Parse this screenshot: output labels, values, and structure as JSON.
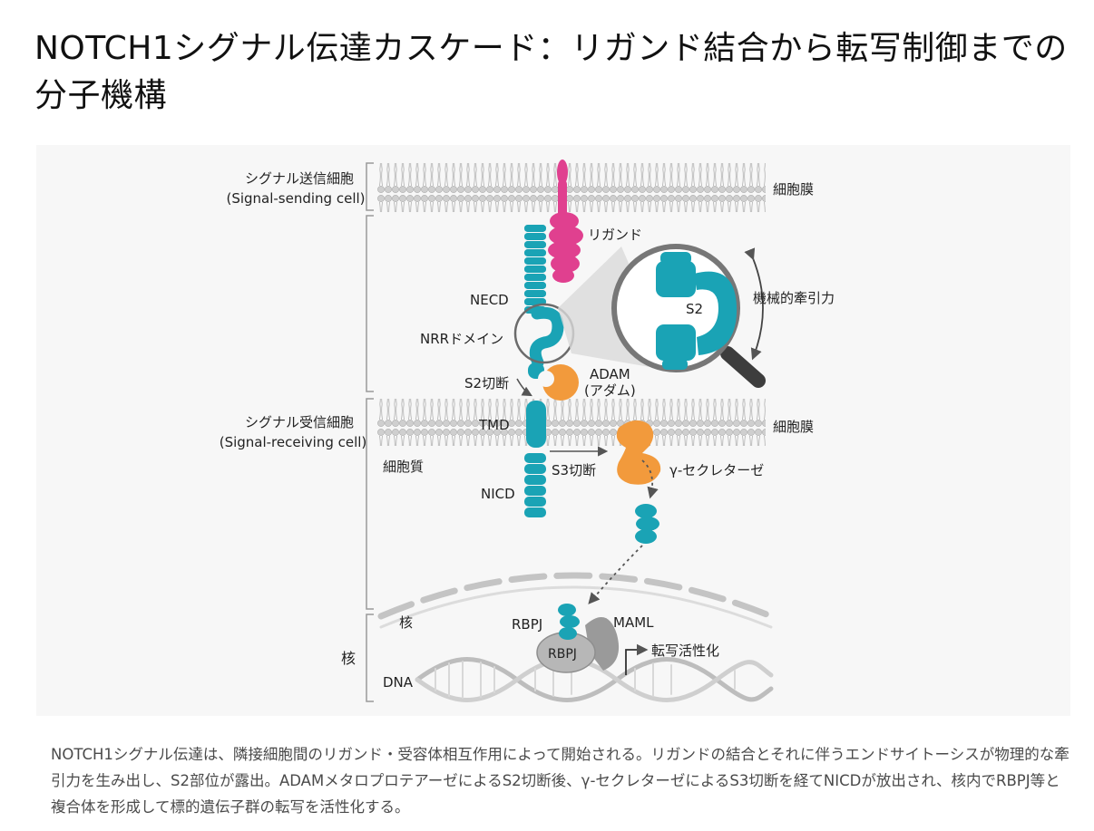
{
  "title": "NOTCH1シグナル伝達カスケード：リガンド結合から転写制御までの分子機構",
  "diagram": {
    "sending_cell": "シグナル送信細胞",
    "sending_cell_en": "(Signal-sending cell)",
    "receiving_cell": "シグナル受信細胞",
    "receiving_cell_en": "(Signal-receiving cell)",
    "membrane_top": "細胞膜",
    "membrane_bottom": "細胞膜",
    "ligand": "リガンド",
    "necd": "NECD",
    "nrr_domain": "NRRドメイン",
    "s2_cleavage": "S2切断",
    "adam": "ADAM",
    "adam_jp": "(アダム)",
    "tmd": "TMD",
    "cytoplasm": "細胞質",
    "s3_cleavage": "S3切断",
    "gamma_secretase": "γ-セクレターゼ",
    "nicd": "NICD",
    "mechanical_force": "機械的牽引力",
    "s2_site": "S2",
    "nucleus_inner": "核",
    "nucleus_side": "核",
    "rbpj_label": "RBPJ",
    "rbpj_in_blob": "RBPJ",
    "maml": "MAML",
    "transcription": "転写活性化",
    "dna": "DNA"
  },
  "caption": "NOTCH1シグナル伝達は、隣接細胞間のリガンド・受容体相互作用によって開始される。リガンドの結合とそれに伴うエンドサイトーシスが物理的な牽引力を生み出し、S2部位が露出。ADAMメタロプロテアーゼによるS2切断後、γ-セクレターゼによるS3切断を経てNICDが放出され、核内でRBPJ等と複合体を形成して標的遺伝子群の転写を活性化する。",
  "colors": {
    "notch": "#1aa3b5",
    "ligand": "#e0408f",
    "enzyme": "#f29a3c",
    "membrane_head": "#c9c9c9",
    "nuclear_protein": "#9a9a9a"
  }
}
